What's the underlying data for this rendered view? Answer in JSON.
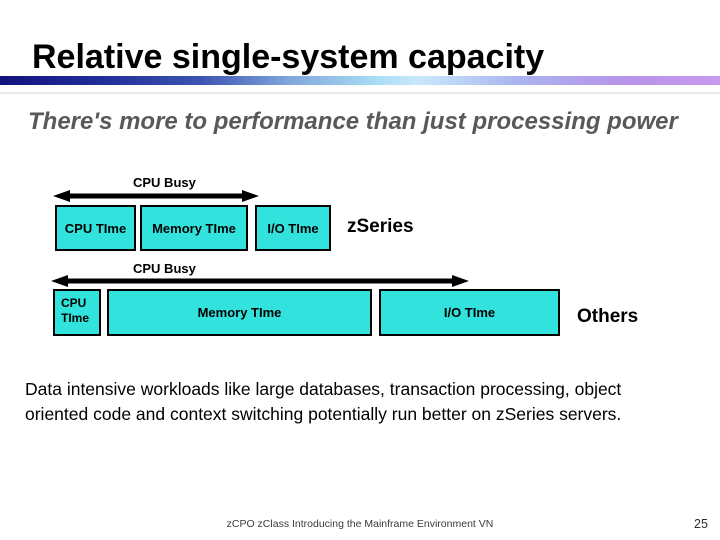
{
  "slide": {
    "title": "Relative single-system capacity",
    "subtitle": "There's more to performance than just processing power",
    "body": "Data intensive workloads like large databases, transaction processing, object oriented code and context switching potentially run better on zSeries servers.",
    "footer": "zCPO zClass Introducing the Mainframe Environment VN",
    "page_number": "25"
  },
  "diagrams": [
    {
      "arrow_label": "CPU Busy",
      "system": "zSeries",
      "boxes": [
        {
          "label": "CPU TIme"
        },
        {
          "label": "Memory TIme"
        },
        {
          "label": "I/O TIme"
        }
      ]
    },
    {
      "arrow_label": "CPU Busy",
      "system": "Others",
      "boxes": [
        {
          "label_line1": "CPU",
          "label_line2": "TIme"
        },
        {
          "label": "Memory TIme"
        },
        {
          "label": "I/O TIme"
        }
      ]
    }
  ],
  "colors": {
    "box_fill": "#31E3DC",
    "box_border": "#000000",
    "subtitle_text": "#595959",
    "footer_text": "#3B3B3B",
    "gradient_left": "#12127C",
    "gradient_middle": "#A8DCF5",
    "gradient_right": "#C99AEE"
  }
}
